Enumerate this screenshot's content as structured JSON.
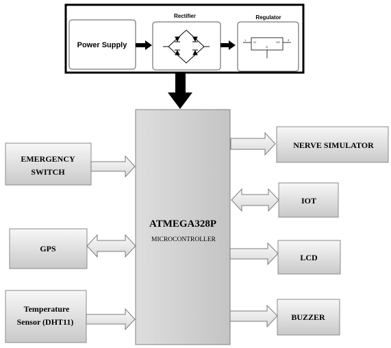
{
  "power_section": {
    "power_supply_label": "Power Supply",
    "rectifier_label": "Rectifier",
    "regulator_label": "Regulator",
    "regulator_pins": {
      "vi": "VI",
      "vo": "VO",
      "in": "1",
      "out": "3",
      "gnd": "G"
    }
  },
  "microcontroller": {
    "name": "ATMEGA328P",
    "subtitle": "MICROCONTROLLER"
  },
  "inputs": {
    "emergency_switch": [
      "EMERGENCY",
      "SWITCH"
    ],
    "gps": "GPS",
    "temperature_sensor": [
      "Temperature",
      "Sensor (DHT11)"
    ]
  },
  "outputs": {
    "nerve_simulator": "NERVE SIMULATOR",
    "iot": "IOT",
    "lcd": "LCD",
    "buzzer": "BUZZER"
  },
  "colors": {
    "block_fill_light": "#f2f2f2",
    "block_fill_dark": "#c8c8c8",
    "arrow_fill": "#e6e6e6",
    "outline": "#808080",
    "frame": "#000000"
  }
}
